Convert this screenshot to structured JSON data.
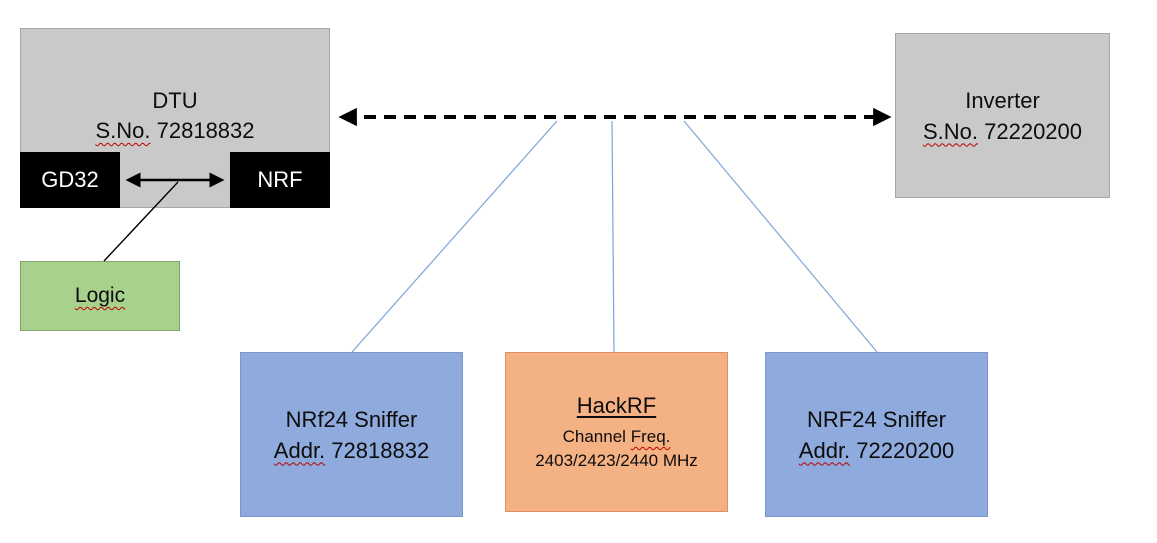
{
  "diagram": {
    "dtu": {
      "title": "DTU",
      "serial_label": "S.No.",
      "serial_value": "72818832",
      "chips": {
        "gd32": "GD32",
        "nrf": "NRF"
      }
    },
    "logic": {
      "label": "Logic"
    },
    "inverter": {
      "title": "Inverter",
      "serial_label": "S.No.",
      "serial_value": "72220200"
    },
    "sniffer_left": {
      "title": "NRf24 Sniffer",
      "addr_label": "Addr.",
      "addr_value": "72818832"
    },
    "hackrf": {
      "title": "HackRF",
      "channel_text": "Channel",
      "freq_label": "Freq.",
      "freq_value": "2403/2423/2440 MHz"
    },
    "sniffer_right": {
      "title": "NRF24 Sniffer",
      "addr_label": "Addr.",
      "addr_value": "72220200"
    }
  },
  "colors": {
    "gray": "#c9c9c9",
    "gray_border": "#a6a6a6",
    "black": "#000000",
    "green": "#a9d18e",
    "green_border": "#84a569",
    "blue": "#8faadc",
    "blue_border": "#7b97c9",
    "orange": "#f4b183",
    "orange_border": "#e08f5f",
    "connector_blue": "#7da7d8",
    "squiggle_red": "#c00000"
  }
}
